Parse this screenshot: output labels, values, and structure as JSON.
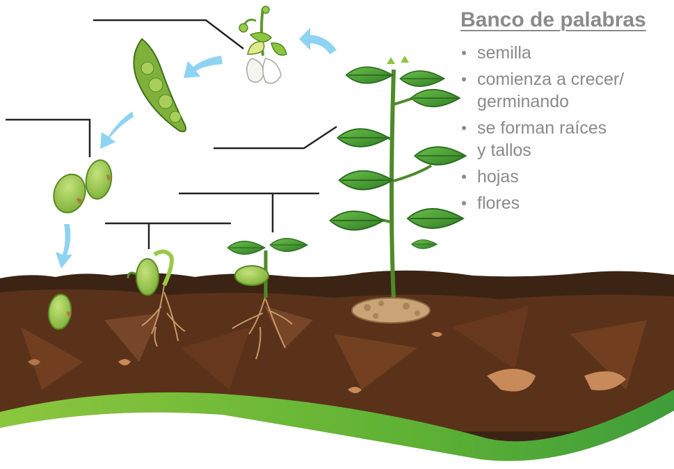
{
  "word_bank": {
    "title": "Banco de palabras",
    "items": [
      {
        "lines": [
          "semilla"
        ]
      },
      {
        "lines": [
          "comienza a crecer/",
          "germinando"
        ]
      },
      {
        "lines": [
          "se forman raíces",
          "y tallos"
        ]
      },
      {
        "lines": [
          "hojas"
        ]
      },
      {
        "lines": [
          "flores"
        ]
      }
    ]
  },
  "colors": {
    "arrow": "#8fd3f3",
    "soil_dark": "#3b2414",
    "soil_mid": "#6b3e22",
    "grass_green": "#6cbf3c",
    "bean_green": "#9bc94a",
    "leaf_green": "#3f9a2e"
  }
}
